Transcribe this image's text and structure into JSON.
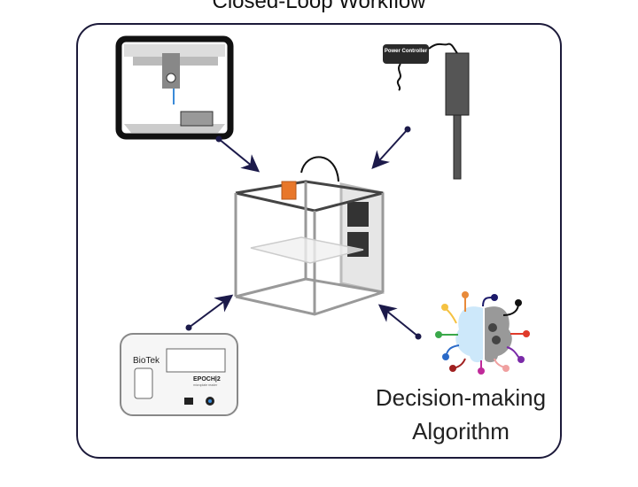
{
  "title": "Closed-Loop Workflow",
  "components": {
    "liquid_handler": {
      "icon": "liquid-handler-robot"
    },
    "power_controller": {
      "label": "Power Controller",
      "icon": "power-controller-probe"
    },
    "printer": {
      "icon": "gantry-3d-printer"
    },
    "plate_reader": {
      "brand": "BioTek",
      "model": "EPOCH|2",
      "sub": "microplate reader",
      "icon": "microplate-reader"
    },
    "algorithm": {
      "line1": "Decision-making",
      "line2": "Algorithm",
      "icon": "brain-circuit-icon"
    }
  },
  "colors": {
    "arrow": "#1c1a4a",
    "frame": "#1c1a3a",
    "accent": "#e8772a"
  }
}
